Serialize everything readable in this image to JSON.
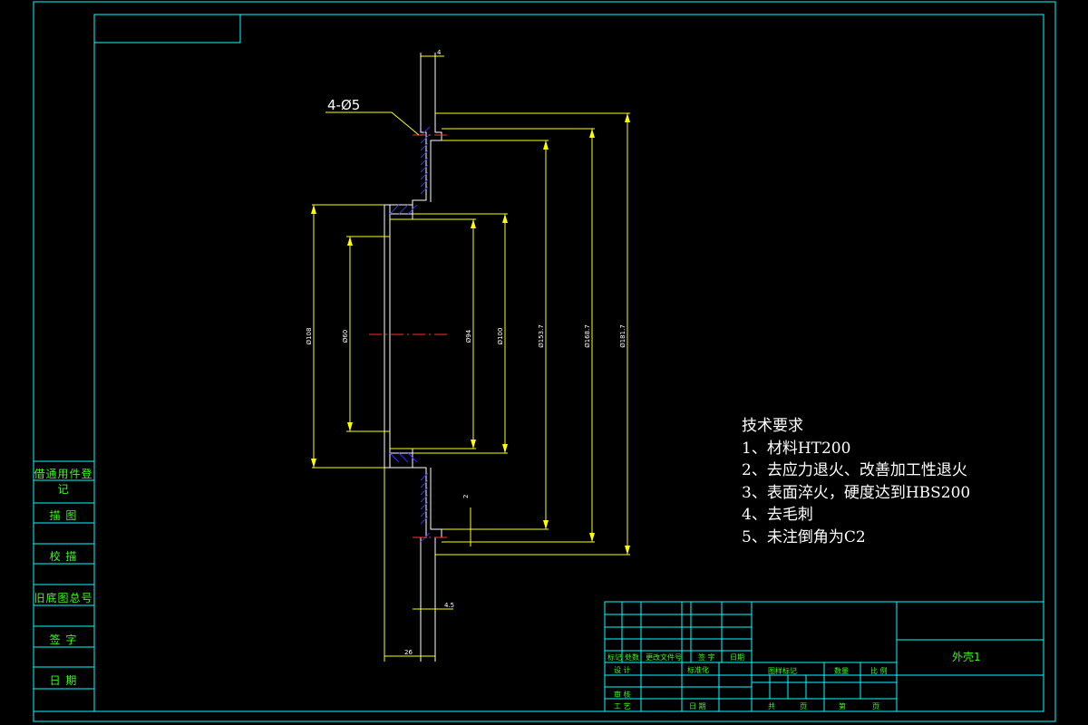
{
  "colors": {
    "background": "#000000",
    "frame": "#00ffff",
    "outline": "#ffffff",
    "dimension": "#ffff00",
    "hatch": "#3030ff",
    "center": "#ff3030",
    "title_text": "#39ff14"
  },
  "drawing": {
    "hole_callout": "4-Ø5",
    "dims": {
      "d108": "Ø108",
      "d60": "Ø60",
      "d94": "Ø94",
      "d100": "Ø100",
      "d153_7": "Ø153.7",
      "d168_7": "Ø168.7",
      "d181_7": "Ø181.7",
      "w4": "4",
      "h2": "2",
      "w4_5": "4.5",
      "w26": "26"
    }
  },
  "technical_requirements": {
    "title": "技术要求",
    "items": [
      "1、材料HT200",
      "2、去应力退火、改善加工性退火",
      "3、表面淬火，硬度达到HBS200",
      "4、去毛刺",
      "5、未注倒角为C2"
    ]
  },
  "side_table": [
    "借通用件登记",
    "描  图",
    "校  描",
    "旧底图总号",
    "签  字",
    "日  期"
  ],
  "title_block": {
    "row_headers": [
      "标记",
      "处数",
      "更改文件号",
      "签 字",
      "日期"
    ],
    "designer": "设 计",
    "standardization": "标准化",
    "review": "审 核",
    "process": "工 艺",
    "date": "日 期",
    "stage_mark": "图样标记",
    "quantity": "数量",
    "scale": "比 例",
    "total": "共",
    "page": "页",
    "sheet": "第",
    "sheet_page": "页",
    "part_name": "外壳1"
  }
}
